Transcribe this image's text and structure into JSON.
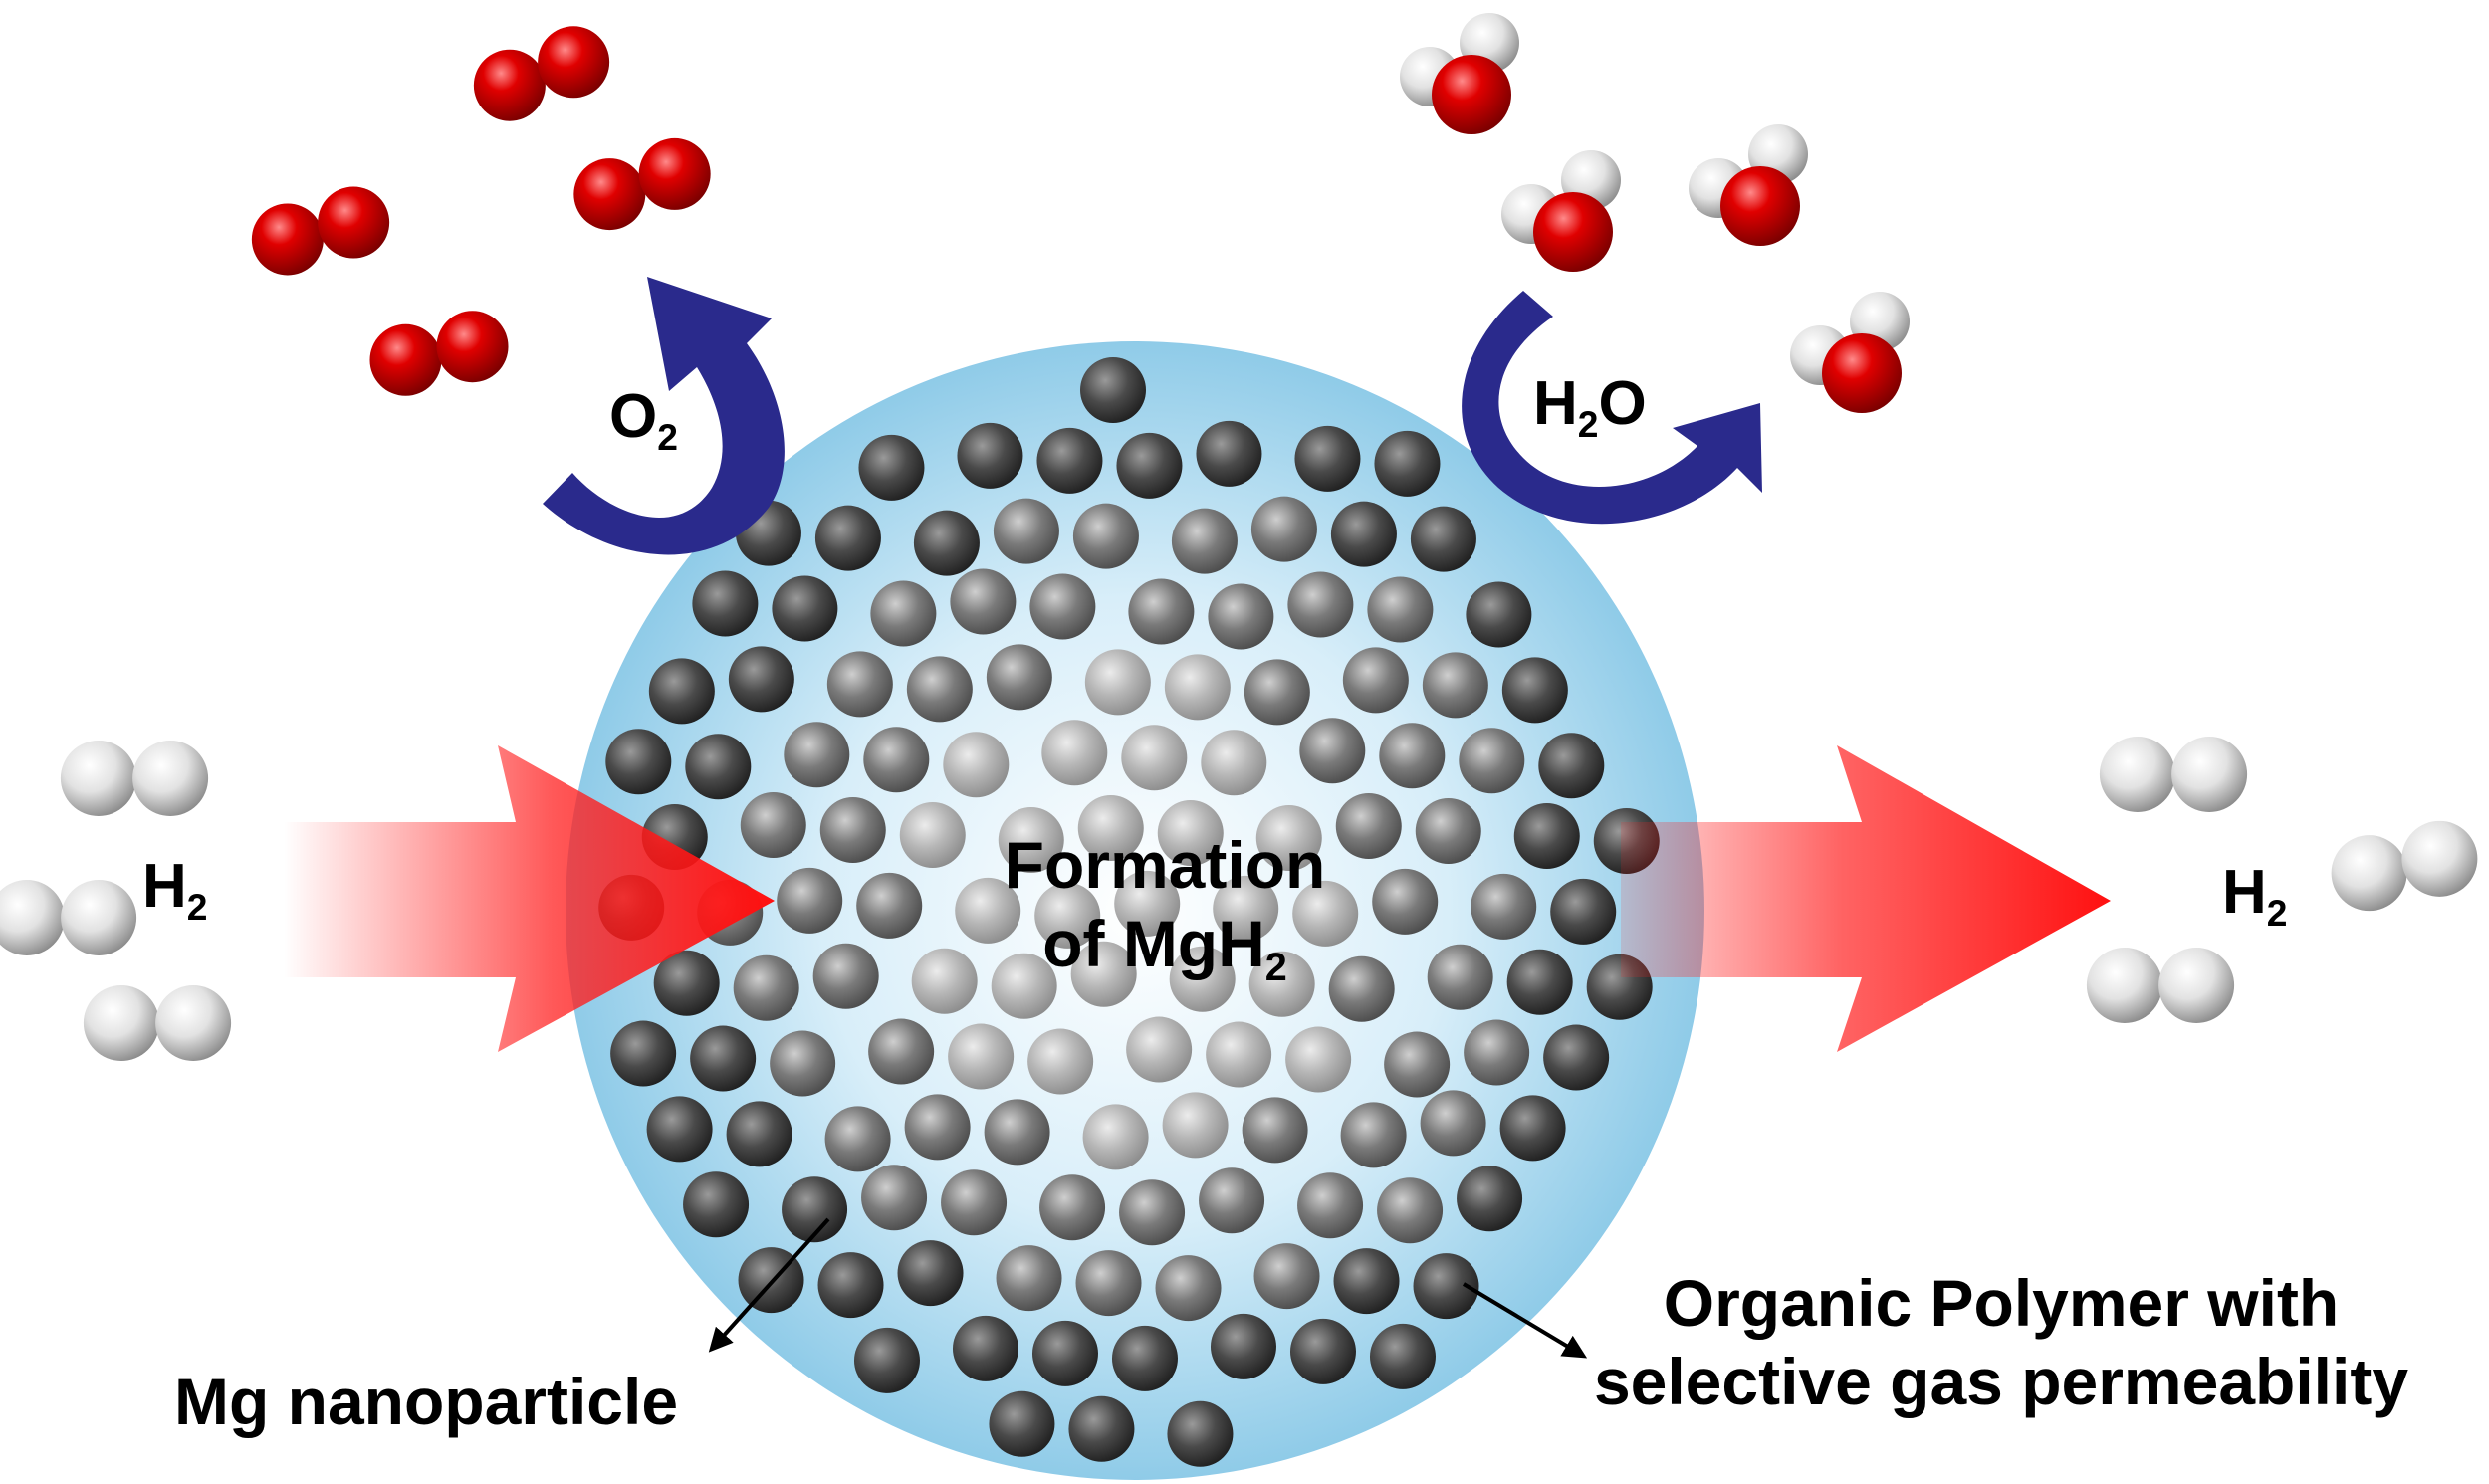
{
  "colors": {
    "sphere_edge": "#8fcbe8",
    "sphere_center": "#ffffff",
    "flow_arrow": "#ff1a1a",
    "release_arrow": "#2a2a8c",
    "oxygen_atom": "#d40000",
    "hydrogen_atom": "#e6e6e6",
    "mg_dark": "#3a3a3a",
    "mg_light": "#b0b0b0"
  },
  "labels": {
    "h2_in": {
      "base": "H",
      "sub": "2"
    },
    "h2_out": {
      "base": "H",
      "sub": "2"
    },
    "o2": {
      "base": "O",
      "sub": "2"
    },
    "h2o": {
      "base": "H",
      "sub": "2",
      "tail": "O"
    },
    "center_line1": "Formation",
    "center_line2_base": "of MgH",
    "center_line2_sub": "2",
    "mg_particle": "Mg nanoparticle",
    "polymer_line1": "Organic Polymer with",
    "polymer_line2": "selective gas permeability"
  }
}
